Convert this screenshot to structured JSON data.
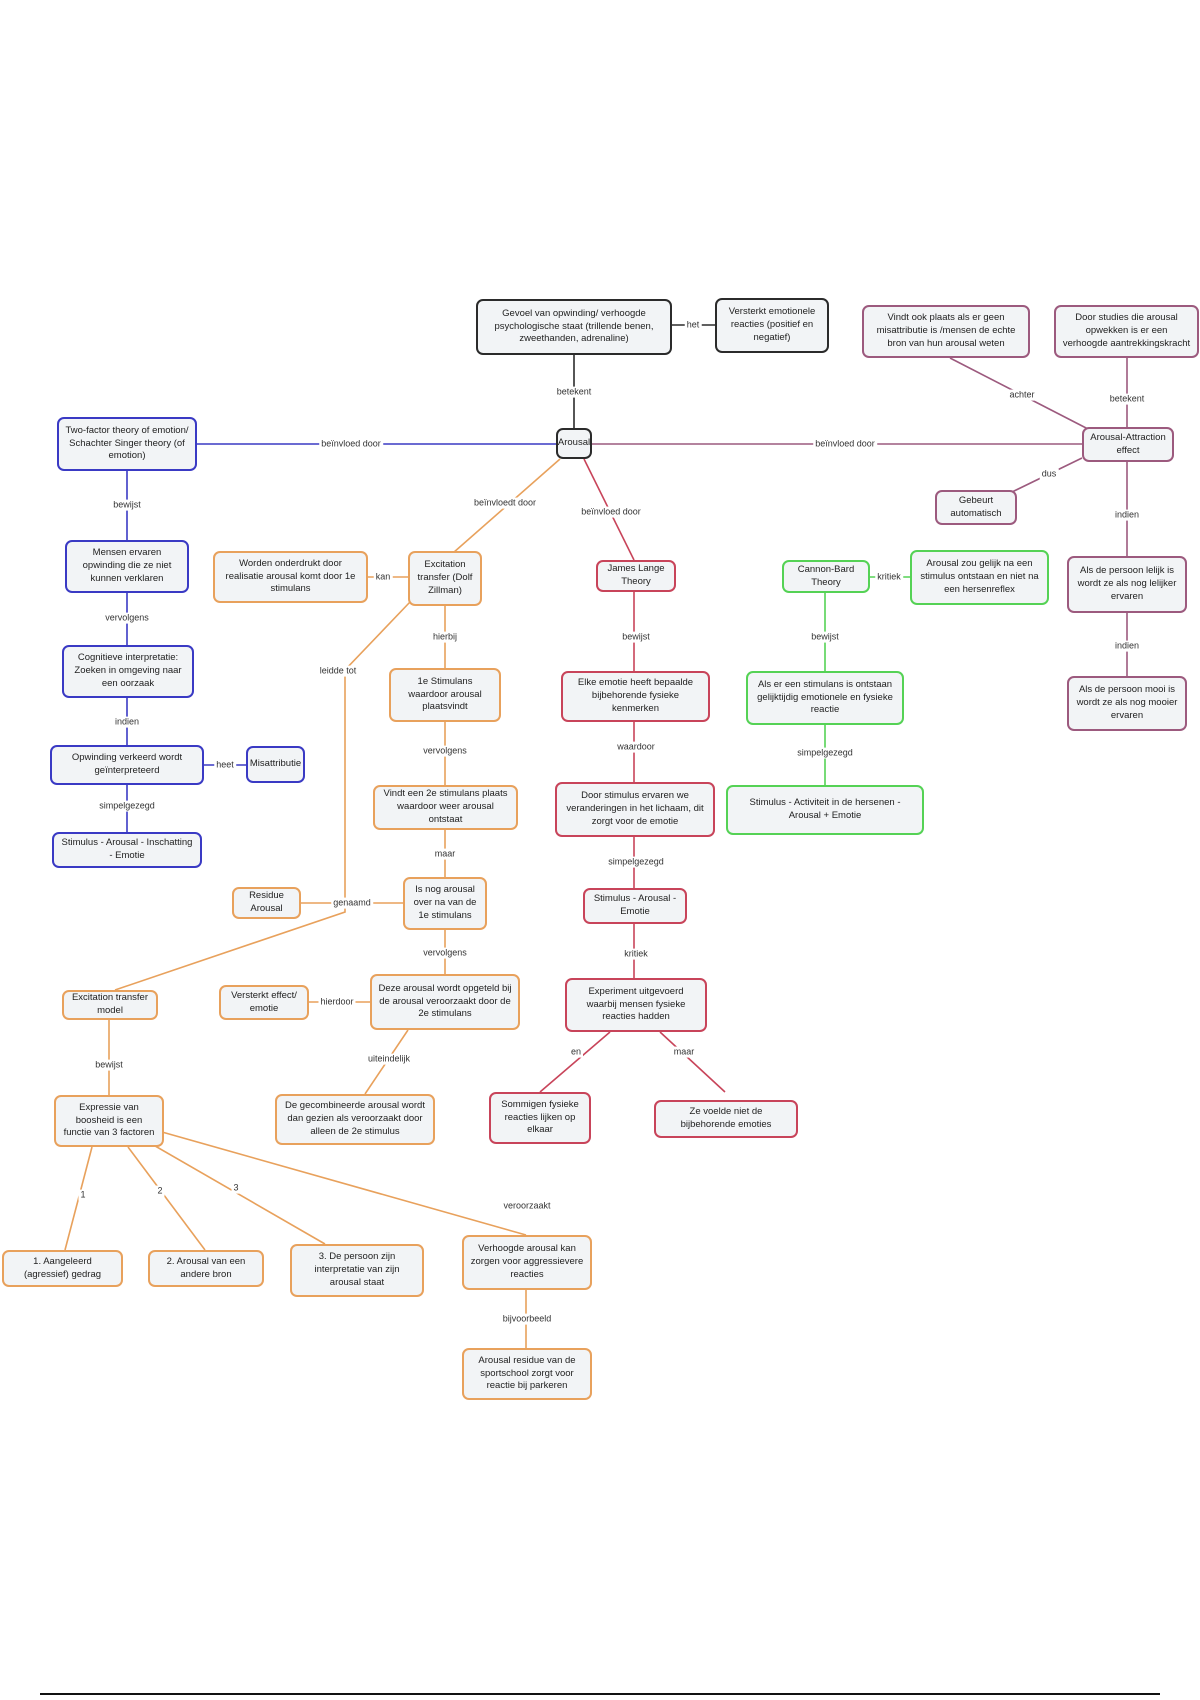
{
  "nodes": {
    "gevoel": "Gevoel van opwinding/ verhoogde psychologische staat (trillende benen, zweethanden, adrenaline)",
    "versterkt_emoties": "Versterkt emotionele reacties (positief en negatief)",
    "arousal": "Arousal",
    "two_factor": "Two-factor theory of emotion/ Schachter Singer theory (of emotion)",
    "mensen_ervaren": "Mensen ervaren opwinding die ze niet kunnen verklaren",
    "cognitieve": "Cognitieve interpretatie: Zoeken in omgeving naar een oorzaak",
    "opwinding_verkeerd": "Opwinding verkeerd wordt geïnterpreteerd",
    "misattributie": "Misattributie",
    "stim_blue": "Stimulus - Arousal - Inschatting - Emotie",
    "worden_onderdrukt": "Worden onderdrukt door realisatie arousal komt door 1e stimulans",
    "excitation_transfer": "Excitation transfer (Dolf Zillman)",
    "eerste_stimulans": "1e Stimulans waardoor arousal plaatsvindt",
    "tweede_stimulans": "Vindt een 2e stimulans plaats waardoor weer arousal ontstaat",
    "residu": "Residue Arousal",
    "nog_arousal": "Is nog arousal over na van de 1e stimulans",
    "versterkt_effect": "Versterkt effect/ emotie",
    "opgeteld": "Deze arousal wordt opgeteld bij de arousal veroorzaakt door de 2e stimulans",
    "gecombineerde": "De gecombineerde arousal wordt dan gezien als veroorzaakt door alleen de 2e stimulus",
    "excitation_model": "Excitation transfer model",
    "expressie": "Expressie van boosheid is een functie van 3 factoren",
    "f1": "1. Aangeleerd (agressief) gedrag",
    "f2": "2. Arousal van een andere bron",
    "f3": "3. De persoon zijn interpretatie van zijn arousal staat",
    "verhoogde": "Verhoogde arousal kan zorgen voor aggressievere reacties",
    "sportschool": "Arousal residue van de sportschool zorgt voor reactie bij parkeren",
    "james_lange": "James Lange Theory",
    "elke_emotie": "Elke emotie heeft bepaalde bijbehorende fysieke kenmerken",
    "door_stimulus": "Door stimulus ervaren we veranderingen in het lichaam, dit zorgt voor de emotie",
    "stim_red": "Stimulus - Arousal - Emotie",
    "experiment": "Experiment uitgevoerd waarbij mensen fysieke reacties hadden",
    "sommigen": "Sommigen fysieke reacties lijken op elkaar",
    "ze_voelde": "Ze voelde niet de bijbehorende emoties",
    "cannon_bard": "Cannon-Bard Theory",
    "arousal_gelijk": "Arousal zou gelijk na een stimulus ontstaan en niet na een hersenreflex",
    "als_stimulans": "Als er een stimulans is ontstaan gelijktijdig emotionele en fysieke reactie",
    "stim_green": "Stimulus - Activiteit in de hersenen - Arousal + Emotie",
    "vindt_ook": "Vindt ook plaats als er geen misattributie is /mensen de echte bron van hun arousal weten",
    "door_studies": "Door studies die arousal opwekken is er een verhoogde aantrekkingskracht",
    "attraction": "Arousal-Attraction effect",
    "gebeurt": "Gebeurt automatisch",
    "lelijk": "Als de persoon lelijk is wordt ze als nog lelijker ervaren",
    "mooi": "Als de persoon mooi is wordt ze als nog mooier ervaren"
  },
  "edge_labels": {
    "het": "het",
    "betekent": "betekent",
    "beinvloed_door": "beïnvloed door",
    "beinvloedt_door": "beïnvloedt door",
    "beinvloed_door_2": "beïnvloed door",
    "beinvloed_door_3": "beïnvloed door",
    "bewijst_blue": "bewijst",
    "vervolgens_blue": "vervolgens",
    "indien_blue": "indien",
    "heet": "heet",
    "simpelgezegd_blue": "simpelgezegd",
    "kan": "kan",
    "hierbij": "hierbij",
    "leidde_tot": "leidde tot",
    "vervolgens_o1": "vervolgens",
    "maar": "maar",
    "genaamd": "genaamd",
    "vervolgens_o2": "vervolgens",
    "hierdoor": "hierdoor",
    "uiteindelijk": "uiteindelijk",
    "bewijst_orange": "bewijst",
    "n1": "1",
    "n2": "2",
    "n3": "3",
    "veroorzaakt": "veroorzaakt",
    "bijvoorbeeld": "bijvoorbeeld",
    "bewijst_red": "bewijst",
    "waardoor": "waardoor",
    "simpelgezegd_red": "simpelgezegd",
    "kritiek_red": "kritiek",
    "en": "en",
    "maar_red": "maar",
    "kritiek_green": "kritiek",
    "bewijst_green": "bewijst",
    "simpelgezegd_green": "simpelgezegd",
    "achter": "achter",
    "betekent_2": "betekent",
    "dus": "dus",
    "indien_1": "indien",
    "indien_2": "indien"
  },
  "colors": {
    "black": "#2b2b2b",
    "blue": "#3a3ac4",
    "orange": "#e8a15c",
    "red": "#c8445a",
    "green": "#55d255",
    "purple": "#9c5a7e",
    "node_fill": "#f2f4f6"
  }
}
